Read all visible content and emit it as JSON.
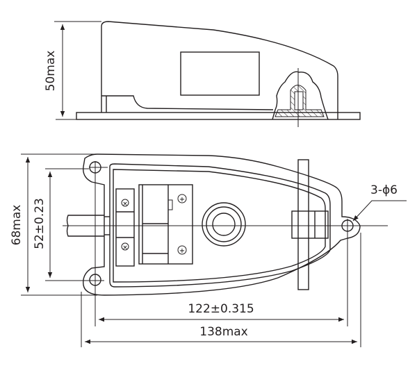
{
  "side_view": {
    "height_label": "50max"
  },
  "top_view": {
    "height_label": "68max",
    "hole_spacing_label": "52±0.23",
    "hole_pitch_label": "122±0.315",
    "length_label": "138max",
    "hole_label": "3-ϕ6"
  },
  "colors": {
    "line": "#231f20",
    "background": "#ffffff"
  }
}
